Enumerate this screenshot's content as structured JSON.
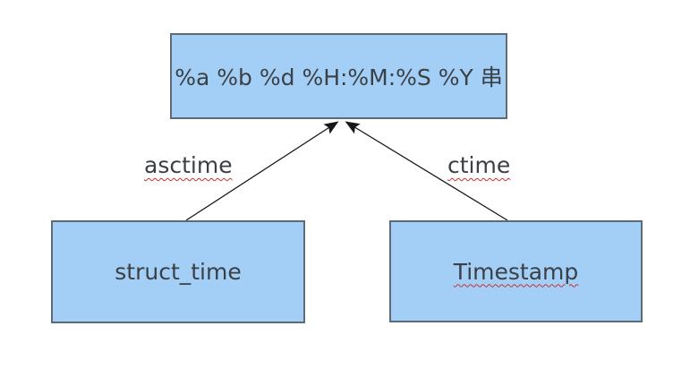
{
  "diagram": {
    "type": "conversion-flow-diagram",
    "nodes": [
      {
        "id": "format-string",
        "label": "%a %b %d %H:%M:%S %Y 串"
      },
      {
        "id": "struct-time",
        "label": "struct_time"
      },
      {
        "id": "timestamp",
        "label": "Timestamp"
      }
    ],
    "edges": [
      {
        "label": "asctime",
        "from": "struct-time",
        "to": "format-string"
      },
      {
        "label": "ctime",
        "from": "timestamp",
        "to": "format-string"
      }
    ],
    "colors": {
      "node_fill": "#a3cff7",
      "node_border": "#5d6b77",
      "text": "#3b4045",
      "arrow": "#161616",
      "spellcheck_underline": "#c9302c",
      "background": "#ffffff"
    }
  }
}
